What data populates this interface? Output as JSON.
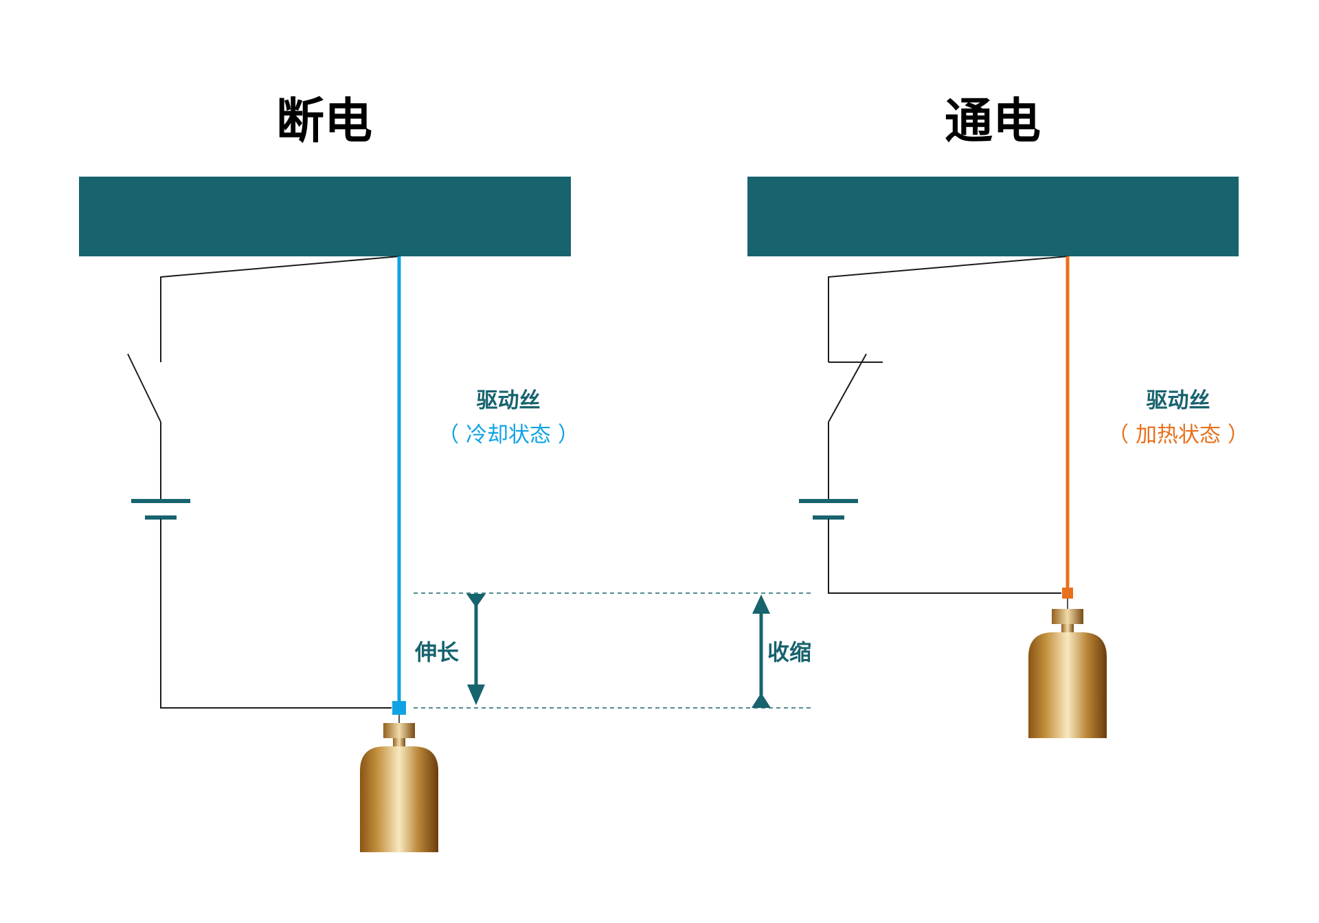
{
  "colors": {
    "plate": "#17636e",
    "cold_wire": "#10a3e3",
    "hot_wire": "#e8701c",
    "circuit": "#1b1b1b",
    "battery": "#17636e",
    "dim": "#17636e"
  },
  "left": {
    "title": "断电",
    "wire_label": "驱动丝",
    "wire_state": "（ 冷却状态 ）"
  },
  "right": {
    "title": "通电",
    "wire_label": "驱动丝",
    "wire_state": "（ 加热状态 ）"
  },
  "dimension": {
    "extend_label": "伸长",
    "contract_label": "收缩"
  }
}
